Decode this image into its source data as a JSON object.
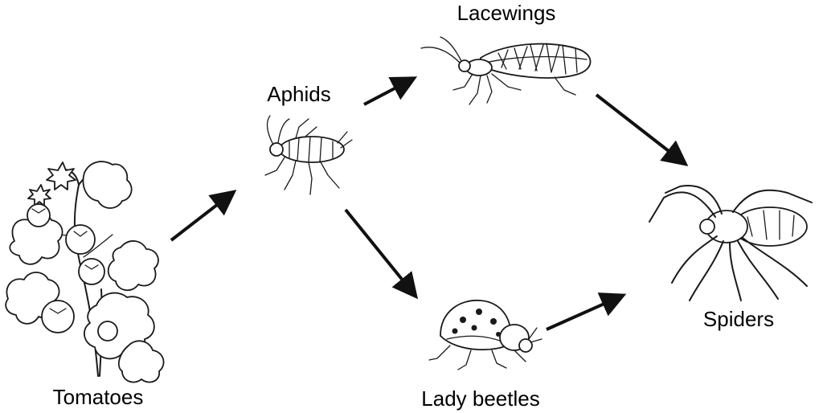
{
  "organisms": {
    "tomatoes": "Tomatoes",
    "aphids": "Aphids",
    "lacewings": "Lacewings",
    "lady_beetles": "Lady beetles",
    "spiders": "Spiders"
  },
  "flows": [
    {
      "from": "Tomatoes",
      "to": "Aphids"
    },
    {
      "from": "Aphids",
      "to": "Lacewings"
    },
    {
      "from": "Aphids",
      "to": "Lady beetles"
    },
    {
      "from": "Lacewings",
      "to": "Spiders"
    },
    {
      "from": "Lady beetles",
      "to": "Spiders"
    }
  ]
}
